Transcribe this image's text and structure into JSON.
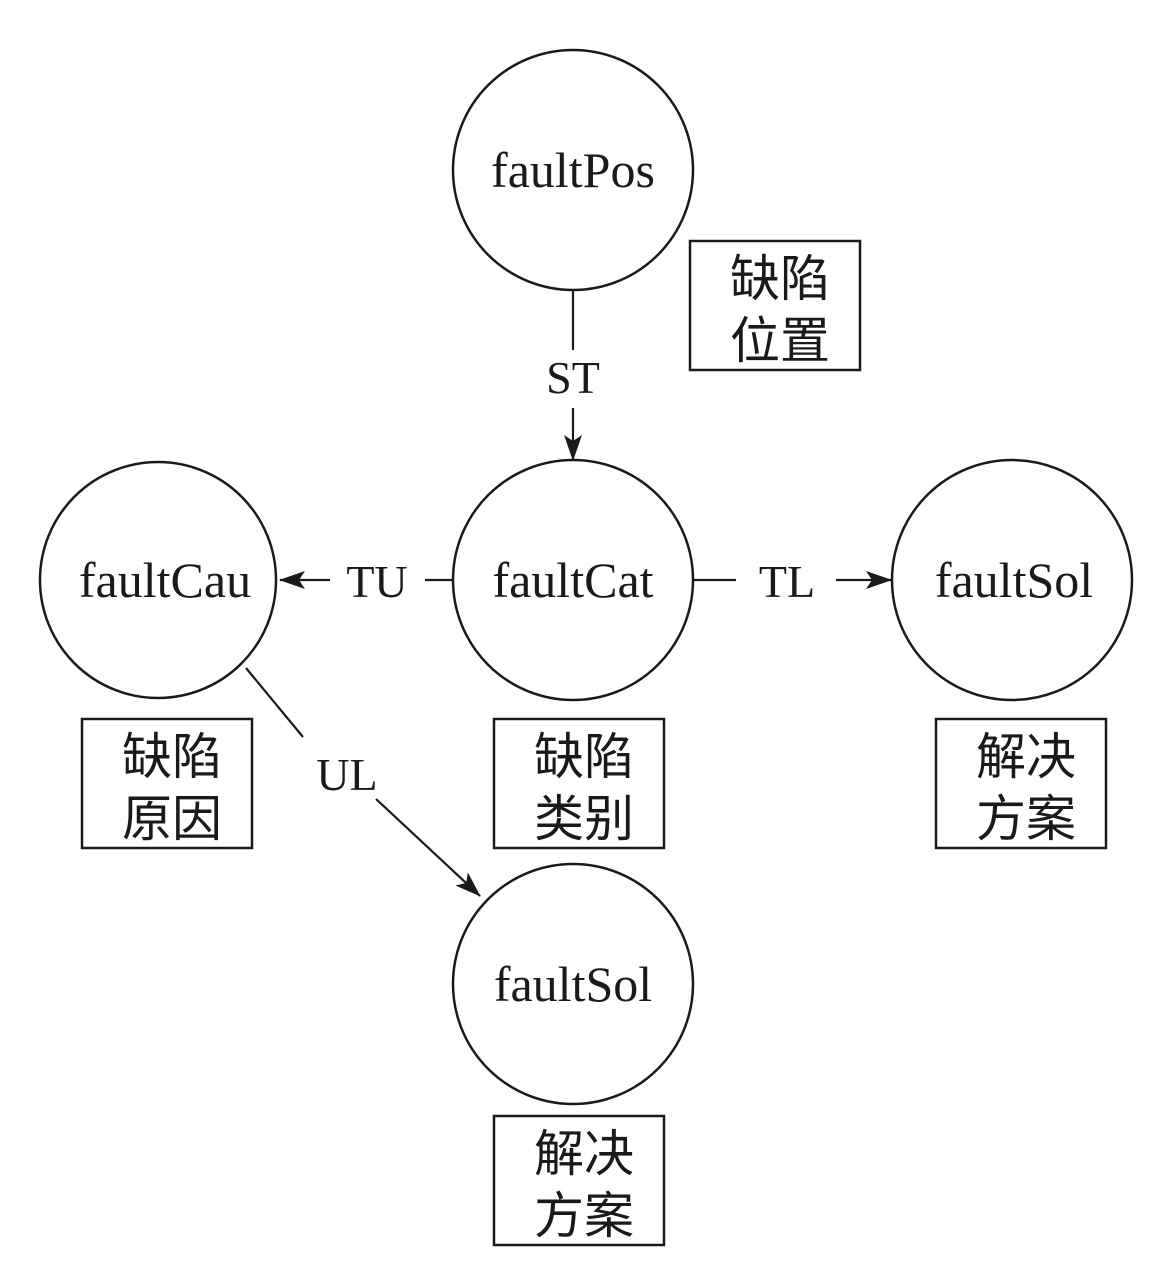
{
  "diagram": {
    "nodes": [
      {
        "id": "faultPos",
        "label": "faultPos",
        "annotation": [
          "缺陷",
          "位置"
        ]
      },
      {
        "id": "faultCat",
        "label": "faultCat",
        "annotation": [
          "缺陷",
          "类别"
        ]
      },
      {
        "id": "faultCau",
        "label": "faultCau",
        "annotation": [
          "缺陷",
          "原因"
        ]
      },
      {
        "id": "faultSolRight",
        "label": "faultSol",
        "annotation": [
          "解决",
          "方案"
        ]
      },
      {
        "id": "faultSolBottom",
        "label": "faultSol",
        "annotation": [
          "解决",
          "方案"
        ]
      }
    ],
    "edges": [
      {
        "from": "faultPos",
        "to": "faultCat",
        "label": "ST"
      },
      {
        "from": "faultCat",
        "to": "faultCau",
        "label": "TU"
      },
      {
        "from": "faultCat",
        "to": "faultSolRight",
        "label": "TL"
      },
      {
        "from": "faultCau",
        "to": "faultSolBottom",
        "label": "UL"
      }
    ]
  }
}
